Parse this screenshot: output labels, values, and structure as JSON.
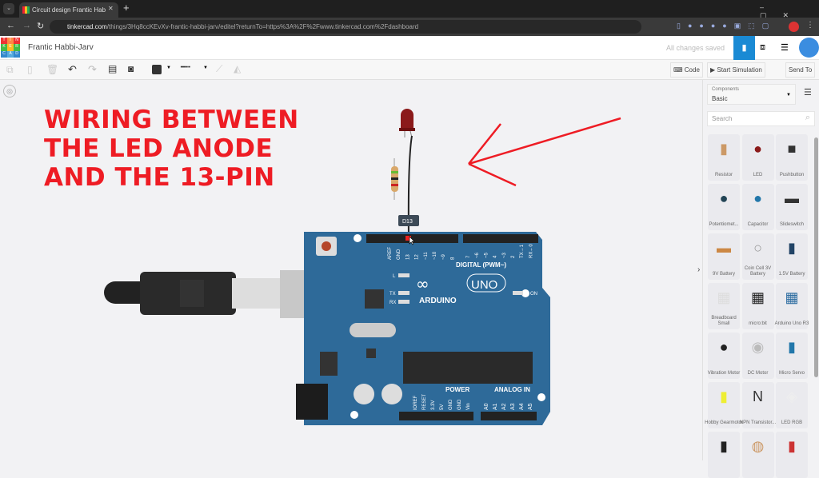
{
  "browser": {
    "tab_title": "Circuit design Frantic Habbi-Jarv",
    "url_domain": "tinkercad.com",
    "url_path": "/things/3Hq8ccKEvXv-frantic-habbi-jarv/editel?returnTo=https%3A%2F%2Fwww.tinkercad.com%2Fdashboard"
  },
  "header": {
    "logo": [
      "T",
      "I",
      "N",
      "K",
      "E",
      "R",
      "C",
      "A",
      "D"
    ],
    "design_name": "Frantic Habbi-Jarv",
    "save_status": "All changes saved"
  },
  "toolbar": {
    "code": "Code",
    "start_simulation": "Start Simulation",
    "send_to": "Send To"
  },
  "panel": {
    "components_label": "Components",
    "components_value": "Basic",
    "search_placeholder": "Search",
    "items": [
      "Resistor",
      "LED",
      "Pushbutton",
      "Potentiomet...",
      "Capacitor",
      "Slideswitch",
      "9V Battery",
      "Coin Cell 3V Battery",
      "1.5V Battery",
      "Breadboard Small",
      "micro:bit",
      "Arduino Uno R3",
      "Vibration Motor",
      "DC Motor",
      "Micro Servo",
      "Hobby Gearmotor",
      "NPN Transistor...",
      "LED RGB",
      "",
      "",
      ""
    ]
  },
  "annotation": {
    "lines": [
      "WIRING BETWEEN",
      "THE LED ANODE",
      "AND THE 13-PIN"
    ],
    "color": "#ee1c24"
  },
  "board": {
    "tooltip": "D13",
    "digital_label": "DIGITAL (PWM~)",
    "brand": "ARDUINO",
    "model": "UNO",
    "power_label": "POWER",
    "analog_label": "ANALOG IN",
    "on_label": "ON",
    "led_labels": [
      "L",
      "TX",
      "RX"
    ],
    "digital_pins": [
      "AREF",
      "GND",
      "13",
      "12",
      "~11",
      "~10",
      "~9",
      "8",
      "7",
      "~6",
      "~5",
      "4",
      "~3",
      "2",
      "TX→1",
      "RX←0"
    ],
    "power_pins": [
      "IOREF",
      "RESET",
      "3.3V",
      "5V",
      "GND",
      "GND",
      "Vin"
    ],
    "analog_pins": [
      "A0",
      "A1",
      "A2",
      "A3",
      "A4",
      "A5"
    ]
  }
}
